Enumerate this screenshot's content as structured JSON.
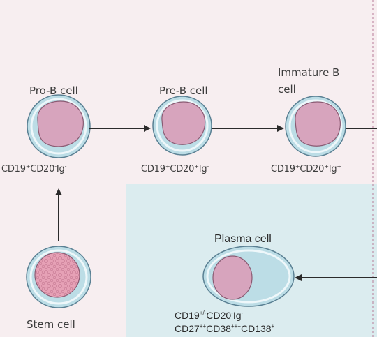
{
  "diagram": {
    "cells": {
      "pro_b": {
        "name": "Pro-B cell",
        "marker": [
          "CD19",
          "+",
          "CD20",
          "-",
          "Ig",
          "-"
        ]
      },
      "pre_b": {
        "name": "Pre-B cell",
        "marker": [
          "CD19",
          "+",
          "CD20",
          "+",
          "Ig",
          "-"
        ]
      },
      "immature_b": {
        "name_line1": "Immature B",
        "name_line2": "cell",
        "marker": [
          "CD19",
          "+",
          "CD20",
          "+",
          "Ig",
          "+"
        ]
      },
      "stem": {
        "name": "Stem cell"
      },
      "plasma": {
        "name": "Plasma cell",
        "marker_line1": [
          "CD19",
          "+/-",
          "CD20",
          "-",
          "Ig",
          "-"
        ],
        "marker_line2": [
          "CD27",
          "++",
          "CD38",
          "+++",
          "CD138",
          "+"
        ]
      }
    },
    "colors": {
      "background": "#f7eef0",
      "panel": "#dbecef",
      "cell_membrane": "#bcdde6",
      "nucleus": "#d7a4bd",
      "stem_nucleus": "#e6a1b6",
      "arrow": "#2b2b2b"
    }
  }
}
